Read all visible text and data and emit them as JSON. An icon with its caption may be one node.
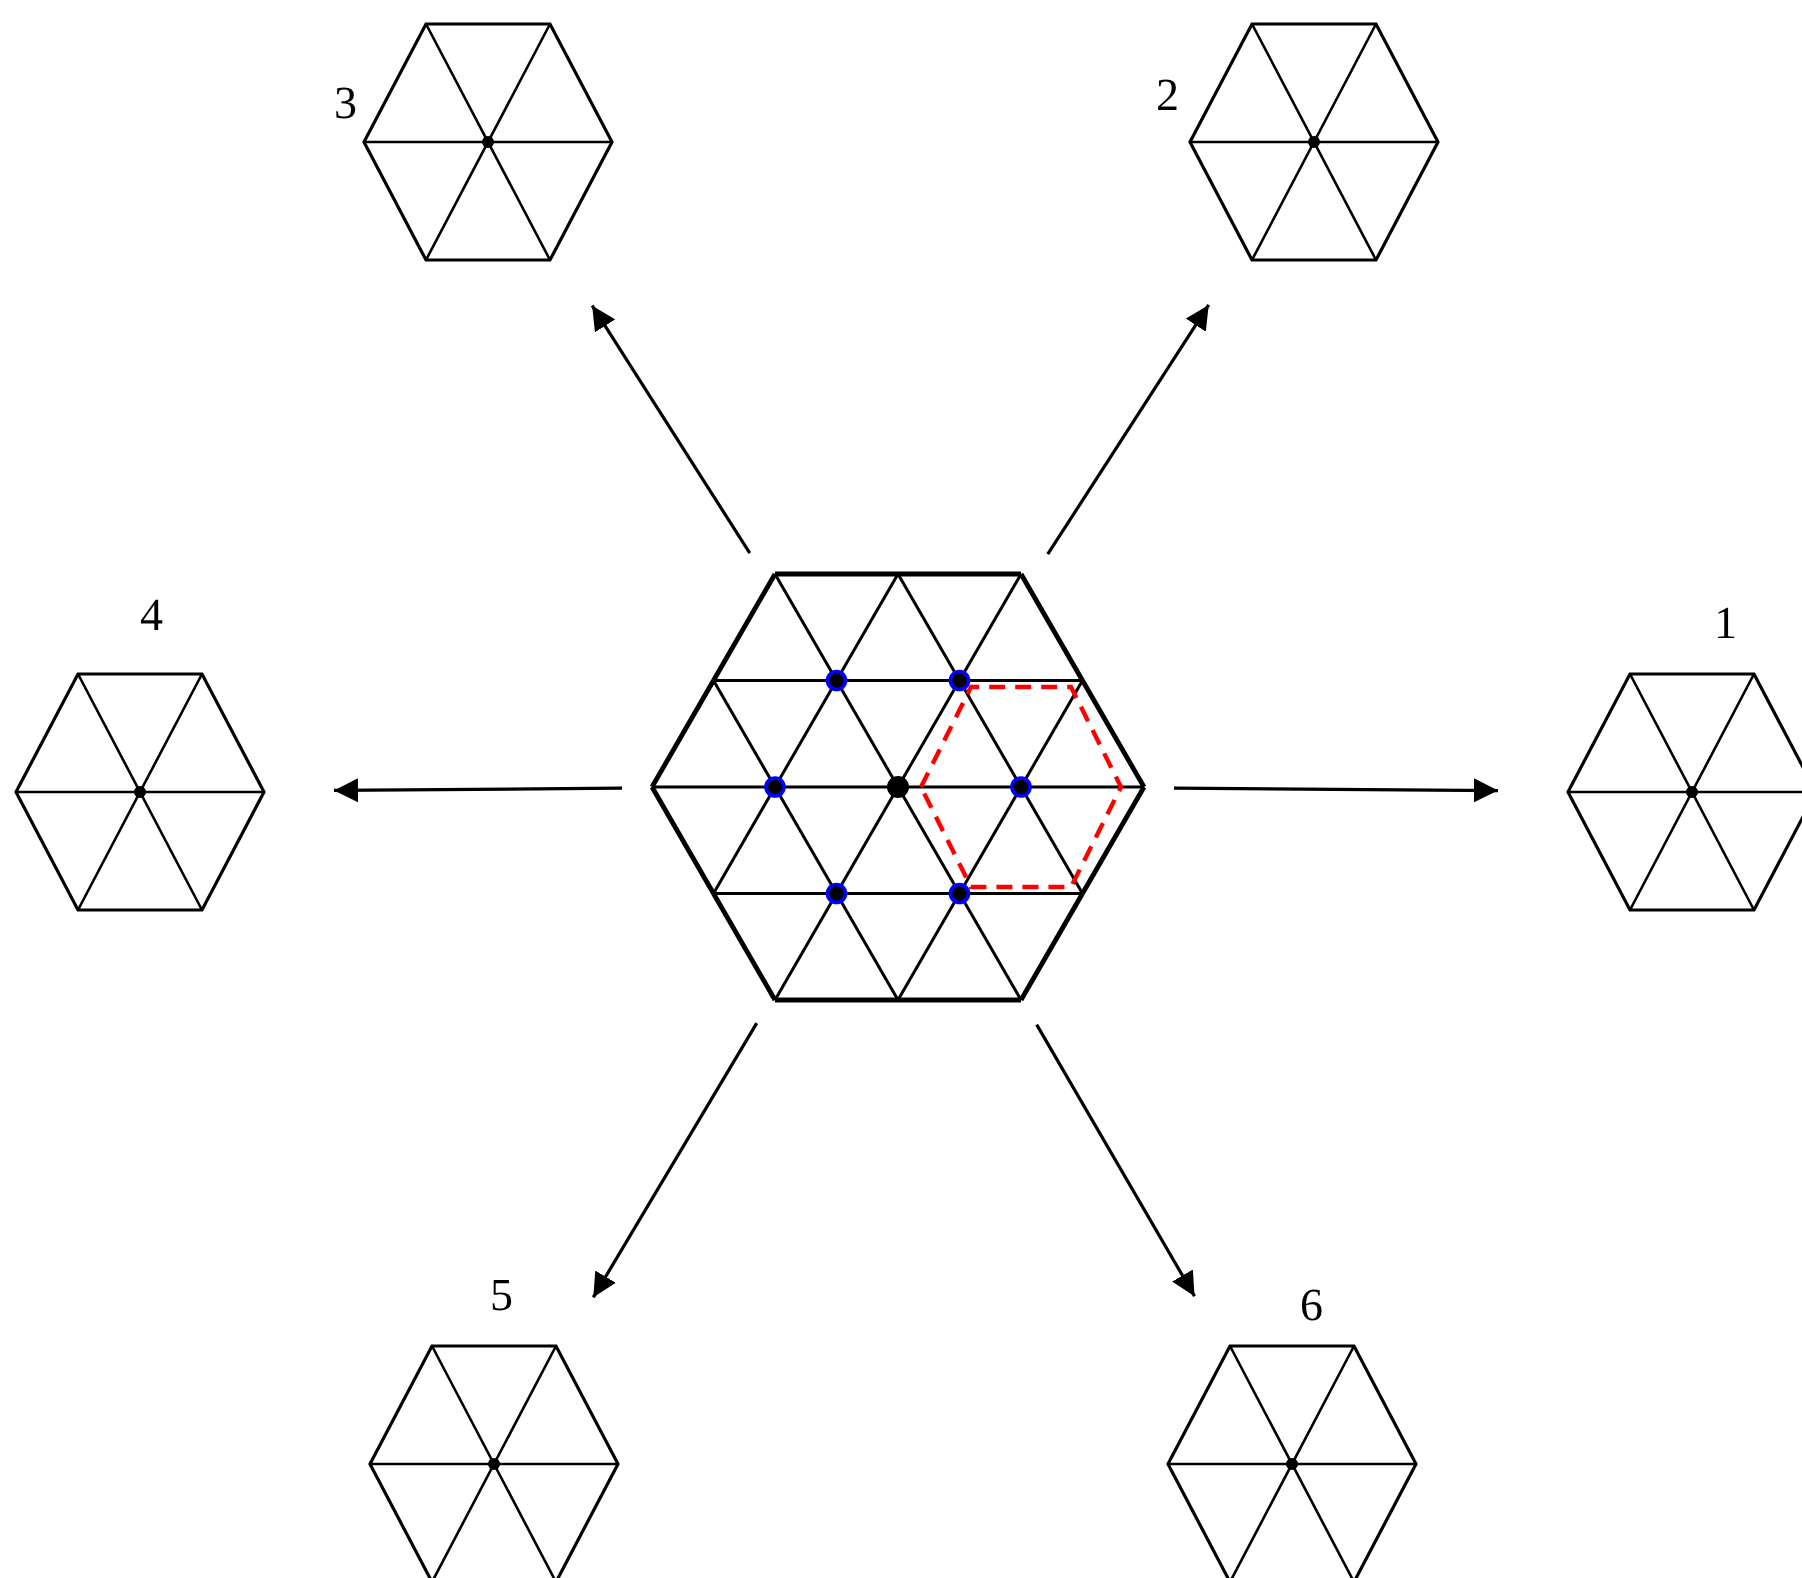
{
  "diagram": {
    "nodes": [
      {
        "text": [],
        "shape": "picture",
        "beside": [
          "3"
        ]
      },
      {
        "text": [],
        "shape": "picture",
        "beside": [
          "2"
        ]
      },
      {
        "text": [],
        "shape": "picture",
        "beside": [
          "4"
        ]
      },
      {
        "text": [],
        "shape": "picture"
      },
      {
        "text": [],
        "shape": "picture",
        "beside": [
          "1"
        ]
      },
      {
        "text": [],
        "shape": "picture",
        "beside": [
          "5"
        ]
      },
      {
        "text": [],
        "shape": "picture",
        "beside": [
          "6"
        ]
      }
    ],
    "edges": [
      {
        "from": 3,
        "to": 4,
        "arrow": "to"
      },
      {
        "from": 3,
        "to": 1,
        "arrow": "to"
      },
      {
        "from": 3,
        "to": 0,
        "arrow": "to"
      },
      {
        "from": 3,
        "to": 2,
        "arrow": "to"
      },
      {
        "from": 3,
        "to": 5,
        "arrow": "to"
      },
      {
        "from": 3,
        "to": 6,
        "arrow": "to"
      }
    ]
  }
}
